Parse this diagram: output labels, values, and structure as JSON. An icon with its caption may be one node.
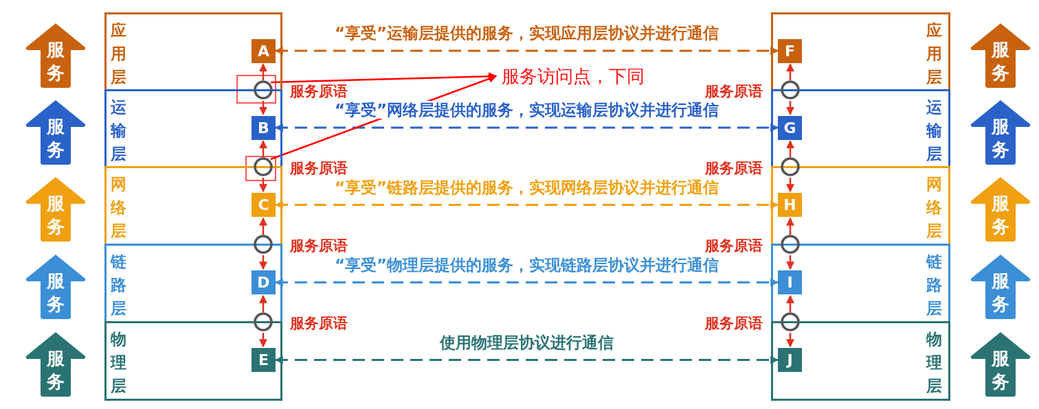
{
  "diagram": {
    "nodes": [
      {
        "text": [
          "服务"
        ]
      },
      {
        "text": [
          "服务"
        ]
      },
      {
        "text": [
          "服务"
        ]
      },
      {
        "text": [
          "服务"
        ]
      },
      {
        "text": [
          "服务"
        ]
      },
      {
        "text": [
          "应用层"
        ]
      },
      {
        "text": [
          "运输层"
        ]
      },
      {
        "text": [
          "网络层"
        ]
      },
      {
        "text": [
          "链路层"
        ]
      },
      {
        "text": [
          "物理层"
        ]
      },
      {
        "text": [
          "A"
        ],
        "in": 5
      },
      {
        "text": [
          "B"
        ],
        "in": 6
      },
      {
        "text": [
          "C"
        ],
        "in": 7
      },
      {
        "text": [
          "D"
        ],
        "in": 8
      },
      {
        "text": [
          "E"
        ],
        "in": 9
      },
      {
        "text": [
          "应用层"
        ]
      },
      {
        "text": [
          "运输层"
        ]
      },
      {
        "text": [
          "网络层"
        ]
      },
      {
        "text": [
          "链路层"
        ]
      },
      {
        "text": [
          "物理层"
        ]
      },
      {
        "text": [
          "F"
        ],
        "in": 15
      },
      {
        "text": [
          "G"
        ],
        "in": 16
      },
      {
        "text": [
          "H"
        ],
        "in": 17
      },
      {
        "text": [
          "I"
        ],
        "in": 18
      },
      {
        "text": [
          "J"
        ],
        "in": 19
      },
      {
        "text": [
          "服务"
        ]
      },
      {
        "text": [
          "服务"
        ]
      },
      {
        "text": [
          "服务"
        ]
      },
      {
        "text": [
          "服务"
        ]
      },
      {
        "text": [
          "服务"
        ]
      },
      {
        "text": [],
        "shape": "circle"
      },
      {
        "text": [],
        "shape": "circle"
      },
      {
        "text": [],
        "shape": "circle"
      },
      {
        "text": [],
        "shape": "circle"
      },
      {
        "text": [],
        "shape": "circle"
      },
      {
        "text": [],
        "shape": "circle"
      },
      {
        "text": [],
        "shape": "circle"
      },
      {
        "text": [],
        "shape": "circle"
      },
      {
        "text": [
          "服务访问点，下同"
        ]
      }
    ],
    "edges": [
      {
        "from": 10,
        "to": 20,
        "arrow": "both",
        "style": "dashed",
        "color": "#c8620f",
        "label": "“享受”运输层提供的服务，实现应用层协议并进行通信"
      },
      {
        "from": 11,
        "to": 21,
        "arrow": "both",
        "style": "dashed",
        "color": "#2a62c9",
        "label": "“享受”网络层提供的服务，实现运输层协议并进行通信"
      },
      {
        "from": 12,
        "to": 22,
        "arrow": "both",
        "style": "dashed",
        "color": "#f0a010",
        "label": "“享受”链路层提供的服务，实现网络层协议并进行通信"
      },
      {
        "from": 13,
        "to": 23,
        "arrow": "both",
        "style": "dashed",
        "color": "#3b8fd6",
        "label": "“享受”物理层提供的服务，实现链路层协议并进行通信"
      },
      {
        "from": 14,
        "to": 24,
        "arrow": "both",
        "style": "dashed",
        "color": "#2b7373",
        "label": "使用物理层协议进行通信"
      },
      {
        "from": 30,
        "to": 10,
        "arrow": "to",
        "color": "#e0301e"
      },
      {
        "from": 30,
        "to": 11,
        "arrow": "to",
        "color": "#e0301e"
      },
      {
        "from": 31,
        "to": 11,
        "arrow": "to",
        "color": "#e0301e"
      },
      {
        "from": 31,
        "to": 12,
        "arrow": "to",
        "color": "#e0301e"
      },
      {
        "from": 32,
        "to": 12,
        "arrow": "to",
        "color": "#e0301e"
      },
      {
        "from": 32,
        "to": 13,
        "arrow": "to",
        "color": "#e0301e"
      },
      {
        "from": 33,
        "to": 13,
        "arrow": "to",
        "color": "#e0301e"
      },
      {
        "from": 33,
        "to": 14,
        "arrow": "to",
        "color": "#e0301e"
      },
      {
        "from": 34,
        "to": 20,
        "arrow": "to",
        "color": "#e0301e"
      },
      {
        "from": 34,
        "to": 21,
        "arrow": "to",
        "color": "#e0301e"
      },
      {
        "from": 35,
        "to": 21,
        "arrow": "to",
        "color": "#e0301e"
      },
      {
        "from": 35,
        "to": 22,
        "arrow": "to",
        "color": "#e0301e"
      },
      {
        "from": 36,
        "to": 22,
        "arrow": "to",
        "color": "#e0301e"
      },
      {
        "from": 36,
        "to": 23,
        "arrow": "to",
        "color": "#e0301e"
      },
      {
        "from": 37,
        "to": 23,
        "arrow": "to",
        "color": "#e0301e"
      },
      {
        "from": 37,
        "to": 24,
        "arrow": "to",
        "color": "#e0301e"
      },
      {
        "from": 30,
        "to": 38,
        "arrow": "to",
        "color": "#ff0000"
      },
      {
        "from": 31,
        "to": 38,
        "arrow": "to",
        "color": "#ff0000"
      }
    ],
    "labels": [
      "服务原语",
      "服务原语",
      "服务原语",
      "服务原语",
      "服务原语",
      "服务原语",
      "服务原语",
      "服务原语"
    ]
  }
}
